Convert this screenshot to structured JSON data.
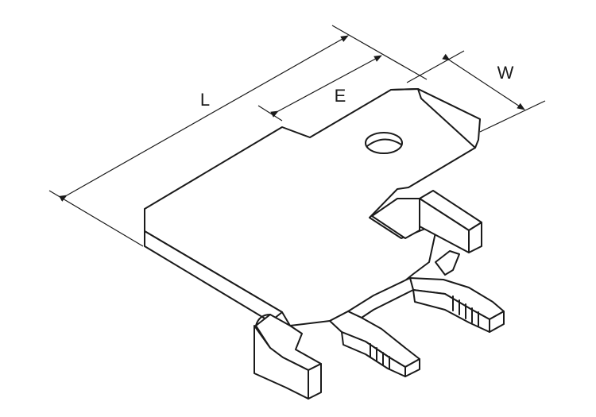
{
  "diagram": {
    "labels": {
      "length": "L",
      "offset": "E",
      "width": "W"
    },
    "colors": {
      "stroke": "#1a1a1a",
      "background": "#ffffff"
    }
  }
}
